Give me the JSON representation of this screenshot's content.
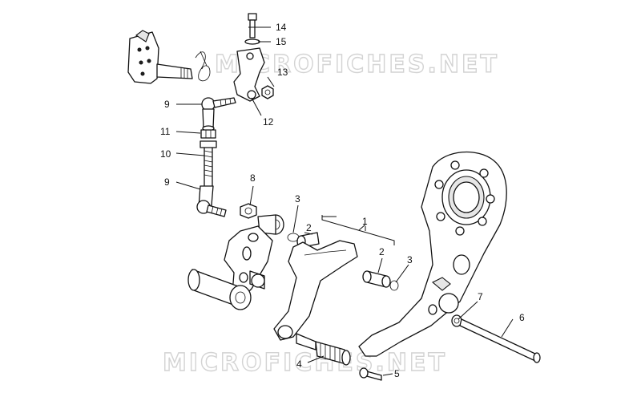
{
  "watermark": {
    "top": "MICROFICHES.NET",
    "bottom": "MICROFICHES.NET"
  },
  "callouts": {
    "c1": "1",
    "c2a": "2",
    "c2b": "2",
    "c3a": "3",
    "c3b": "3",
    "c4": "4",
    "c5": "5",
    "c6": "6",
    "c7": "7",
    "c8": "8",
    "c9a": "9",
    "c9b": "9",
    "c10": "10",
    "c11": "11",
    "c12": "12",
    "c13": "13",
    "c14": "14",
    "c15": "15"
  }
}
